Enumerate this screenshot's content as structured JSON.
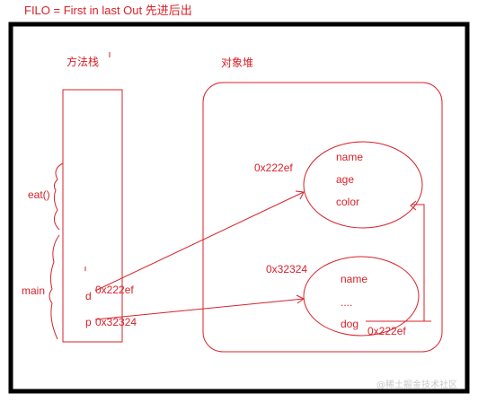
{
  "header": {
    "title": "FILO = First in last Out 先进后出"
  },
  "stack": {
    "title": "方法栈",
    "frames": [
      {
        "label": "eat()"
      },
      {
        "label": "main"
      }
    ],
    "vars": [
      {
        "name": "d",
        "value": "0x222ef"
      },
      {
        "name": "p",
        "value": "0x32324"
      }
    ]
  },
  "heap": {
    "title": "对象堆",
    "objects": [
      {
        "address": "0x222ef",
        "fields": [
          "name",
          "age",
          "color"
        ]
      },
      {
        "address": "0x32324",
        "fields": [
          "name",
          "....",
          "dog"
        ],
        "ref_value": "0x222ef"
      }
    ]
  },
  "watermark": "@稀土掘金技术社区",
  "colors": {
    "ink": "#d9202a",
    "frame": "#000000"
  }
}
